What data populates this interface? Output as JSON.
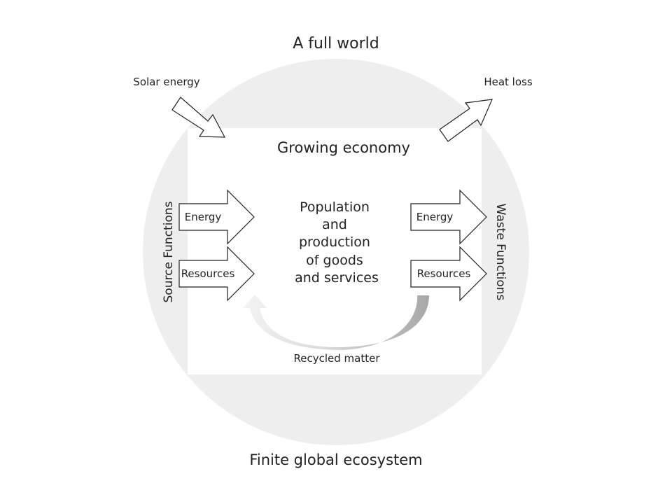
{
  "title": "A full world",
  "ecosystem_label": "Finite global ecosystem",
  "economy_label": "Growing economy",
  "center_lines": [
    "Population",
    "and",
    "production",
    "of goods",
    "and services"
  ],
  "solar_label": "Solar energy",
  "heat_label": "Heat loss",
  "source_label": "Source Functions",
  "waste_label": "Waste Functions",
  "source_arrows": [
    "Energy",
    "Resources"
  ],
  "waste_arrows": [
    "Energy",
    "Resources"
  ],
  "recycled_label": "Recycled matter",
  "colors": {
    "ecosystem_fill": "#eeeeee",
    "economy_fill": "#ffffff",
    "recycle_dark": "#aaaaaa",
    "recycle_light": "#f2f2f2"
  }
}
